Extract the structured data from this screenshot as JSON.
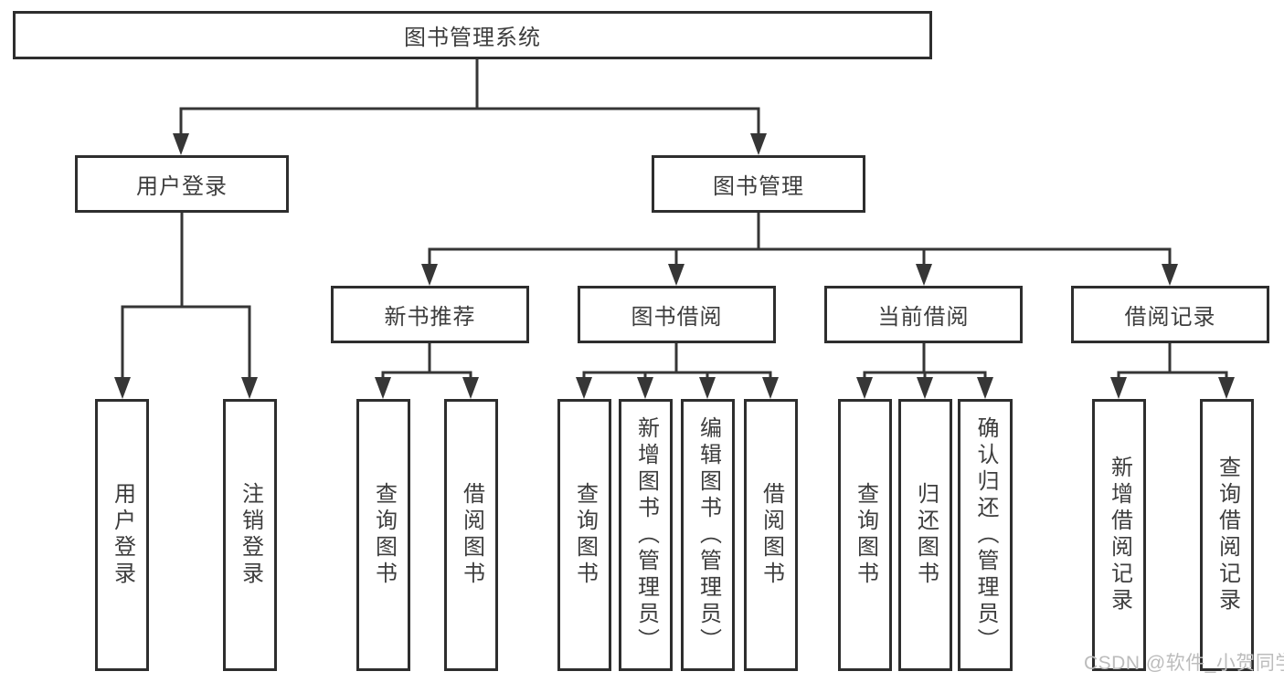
{
  "root_label": "图书管理系统",
  "user_branch": {
    "label": "用户登录",
    "leaves": [
      "用户登录",
      "注销登录"
    ]
  },
  "book_branch": {
    "label": "图书管理",
    "groups": [
      {
        "label": "新书推荐",
        "leaves": [
          "查询图书",
          "借阅图书"
        ]
      },
      {
        "label": "图书借阅",
        "leaves": [
          "查询图书",
          "新增图书（管理员）",
          "编辑图书（管理员）",
          "借阅图书"
        ]
      },
      {
        "label": "当前借阅",
        "leaves": [
          "查询图书",
          "归还图书",
          "确认归还（管理员）"
        ]
      },
      {
        "label": "借阅记录",
        "leaves": [
          "新增借阅记录",
          "查询借阅记录"
        ]
      }
    ]
  },
  "watermark": "CSDN @软件_小贺同学",
  "colors": {
    "line": "#363636",
    "border": "#2e2e2e",
    "text": "#3d3d3d",
    "watermark": "#bcbcbc",
    "background": "#ffffff"
  }
}
